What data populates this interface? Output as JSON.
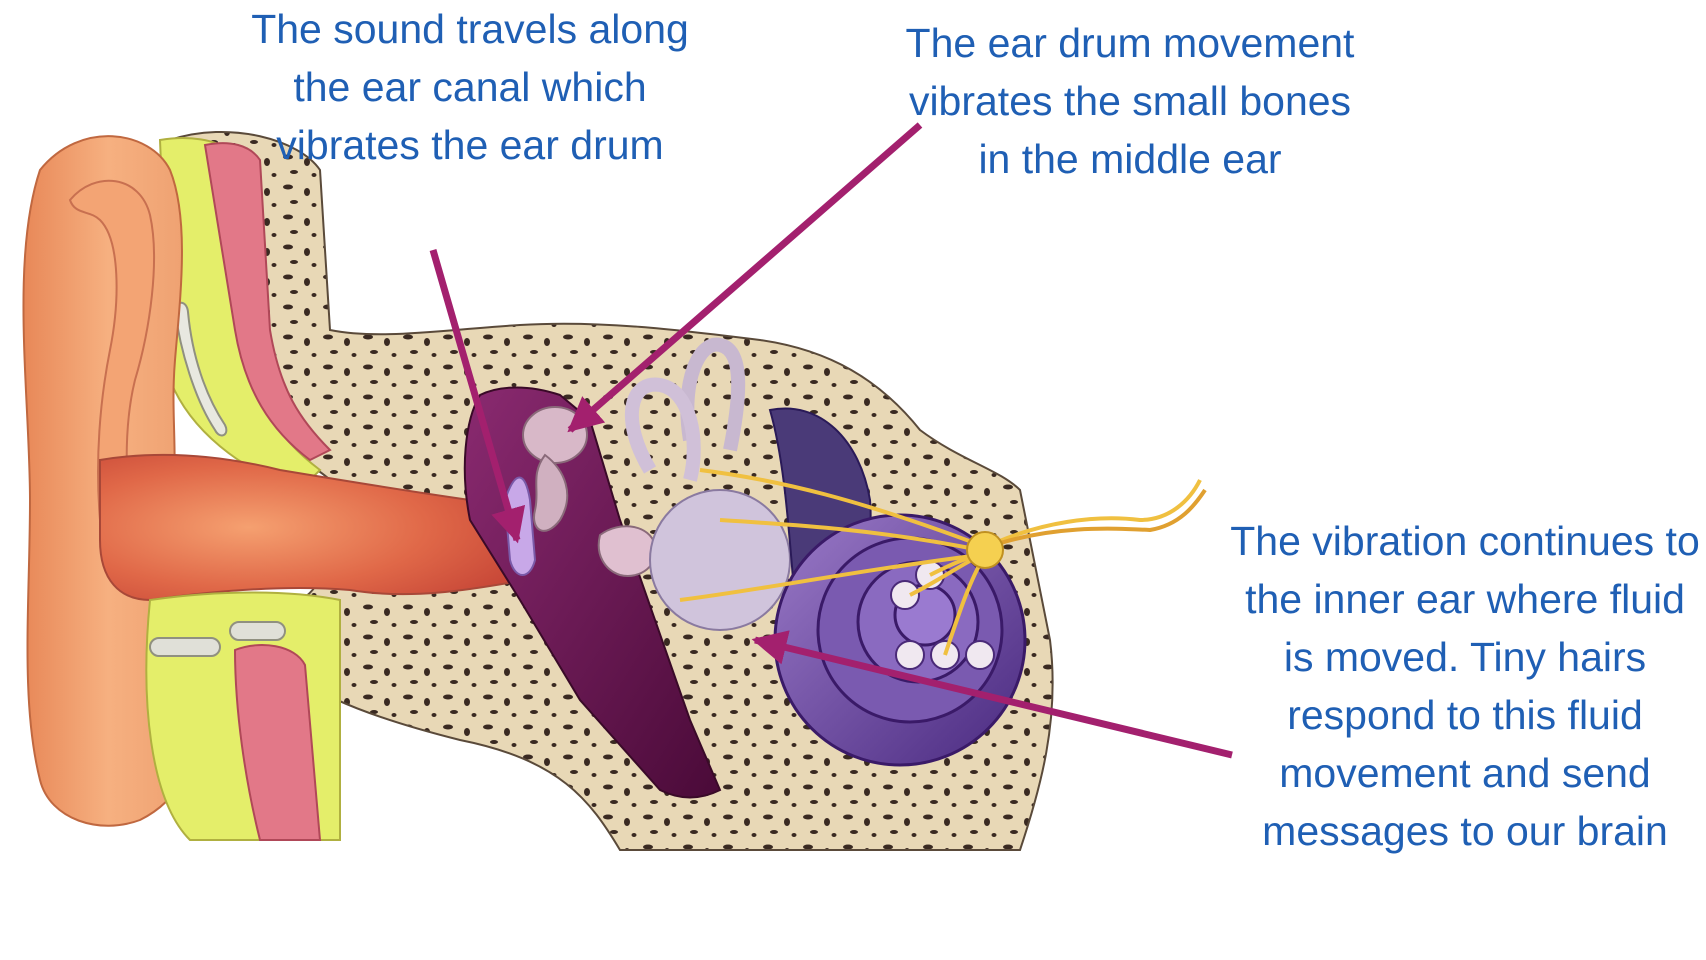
{
  "captions": {
    "ear_canal": "The sound travels along the ear canal which vibrates the ear drum",
    "small_bones": "The ear drum movement vibrates the small bones in the middle ear",
    "inner_ear": "The vibration continues to the inner ear where fluid is moved. Tiny hairs respond to this fluid movement and send messages to our brain"
  },
  "colors": {
    "caption_text": "#1f5fb4",
    "arrow": "#a3206e",
    "skin": "#f0a070",
    "bone": "#e6d6b4",
    "fat": "#e4ee6a",
    "muscle": "#e27888",
    "tympanic_cavity": "#6a1450",
    "cochlea": "#6a4aa0",
    "nerve": "#f0c040"
  }
}
